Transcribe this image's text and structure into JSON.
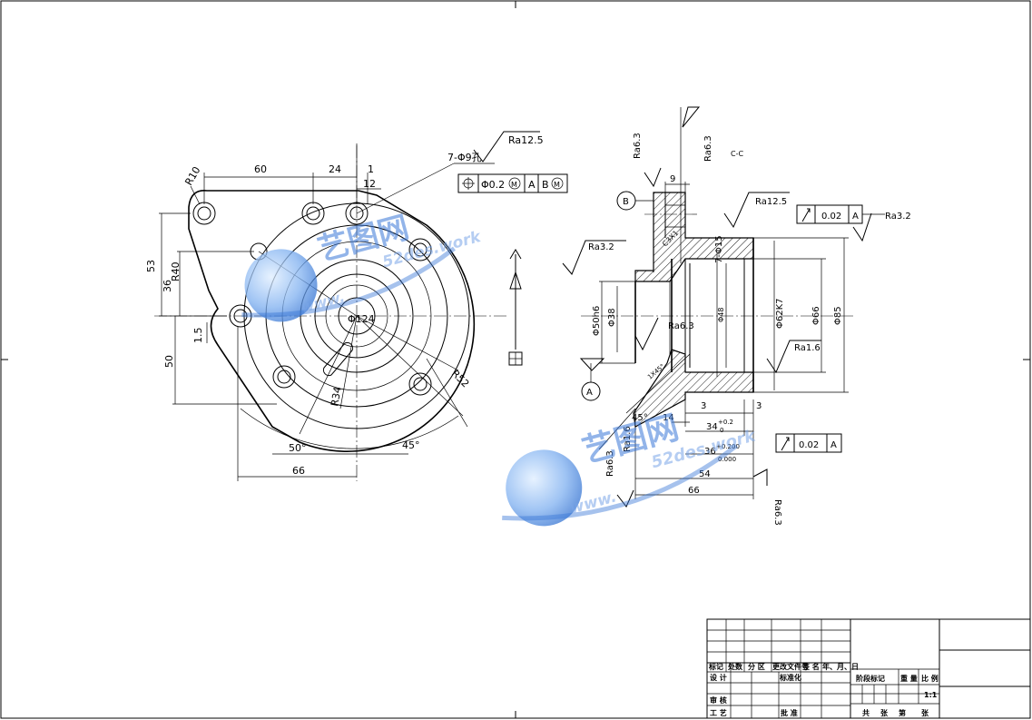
{
  "watermark": {
    "brand": "艺图网",
    "url": "52des.work",
    "prefix": "www."
  },
  "front_view": {
    "dims": {
      "d60": "60",
      "d24": "24",
      "d1": "1",
      "d12": "12",
      "r10": "R10",
      "d53": "53",
      "d36": "36",
      "r40": "R40",
      "d1_5": "1.5",
      "d50": "50",
      "phi124": "Φ124",
      "r52": "R52",
      "r34": "R34",
      "a50": "50°",
      "a45": "45°",
      "d66": "66"
    },
    "hole_note": "7-Φ9孔",
    "roughness": "Ra12.5",
    "tolerance": {
      "value": "Φ0.2",
      "m1": "M",
      "datum_a": "A",
      "datum_b": "B",
      "m2": "M"
    }
  },
  "section_view": {
    "section_label": "C-C",
    "labels": {
      "ra63_top": "Ra6.3",
      "ra63_top2": "Ra6.3",
      "d9": "9",
      "b": "B",
      "ra125": "Ra12.5",
      "runout1": "0.02",
      "runout1_datum": "A",
      "ra32_right": "Ra3.2",
      "ra32_left": "Ra3.2",
      "x7_15": "7-Φ15",
      "chamfer1": "C3X1",
      "phi50h6": "Φ50h6",
      "phi38": "Φ38",
      "ra63_mid": "Ra6.3",
      "phi48": "Φ48",
      "phi62k7": "Φ62K7",
      "phi66": "Φ66",
      "phi85": "Φ85",
      "ra16_right": "Ra1.6",
      "a_label": "A",
      "d3_right": "3",
      "d3": "3",
      "a45": "45°",
      "d14": "14",
      "d34": "34",
      "d34_tol_up": "+0.2",
      "d34_tol_dn": "0",
      "d36": "36",
      "d36_tol_up": "+0.200",
      "d36_tol_dn": "0.000",
      "runout2": "0.02",
      "runout2_datum": "A",
      "ra16_left": "Ra1.6",
      "ra63_left": "Ra6.3",
      "d54": "54",
      "d66": "66",
      "ra63_bottom": "Ra6.3",
      "chamfer2": "1X45°"
    }
  },
  "title_block": {
    "rev_headers": [
      "标记",
      "处数",
      "分 区",
      "更改文件号",
      "签 名",
      "年、月、日"
    ],
    "design": "设 计",
    "standard": "标准化",
    "review": "审 核",
    "process": "工 艺",
    "approve": "批 准",
    "stage": "阶段标记",
    "weight": "重 量",
    "scale": "比 例",
    "scale_value": "1:1",
    "sheets_total": "共",
    "sheets_zhang": "张",
    "sheets_no": "第",
    "sheets_zhang2": "张"
  }
}
